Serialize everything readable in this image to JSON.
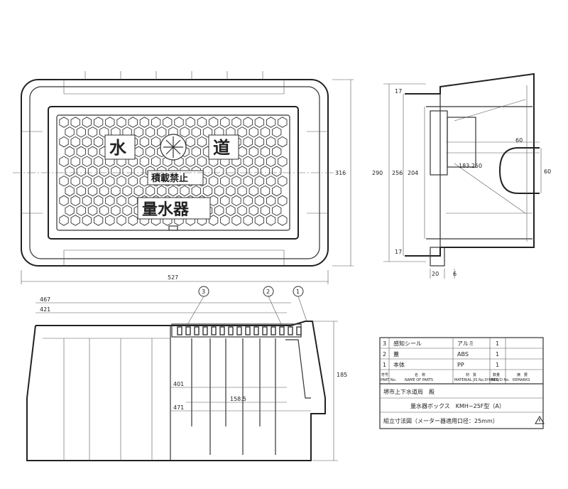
{
  "plan_view": {
    "label_top_left": "水",
    "label_top_right": "道",
    "label_middle": "積載禁止",
    "label_bottom": "量水器",
    "dim_width": "527",
    "dim_height": "316"
  },
  "side_view": {
    "dims_left": [
      "290",
      "256",
      "204"
    ],
    "dim_top": "17",
    "dim_bottom": "17",
    "dim_inner": "183.250",
    "dim_pipe_width": "60",
    "dim_pipe_height": "60",
    "dim_base_a": "20",
    "dim_base_b": "6"
  },
  "section_view": {
    "dim_outer": "467",
    "dim_inner": "421",
    "dim_height": "185",
    "dim_a": "401",
    "dim_b": "158.5",
    "dim_c": "471",
    "callouts": [
      "3",
      "2",
      "1"
    ]
  },
  "parts_table": {
    "rows": [
      {
        "no": "3",
        "name": "感知シール",
        "material": "アルミ",
        "qty": "1"
      },
      {
        "no": "2",
        "name": "蓋",
        "material": "ABS",
        "qty": "1"
      },
      {
        "no": "1",
        "name": "本体",
        "material": "PP",
        "qty": "1"
      }
    ],
    "header": {
      "no": "符号",
      "no_en": "PART No.",
      "name": "名　称",
      "name_en": "NAME OF PARTS",
      "material": "材　質",
      "material_en": "MATERIAL JIS No.SYMBOL",
      "qty": "数量",
      "qty_en": "REQ'D No.",
      "remarks": "摘　要",
      "remarks_en": "REMARKS"
    },
    "customer": "堺市上下水道局　殿",
    "product": "量水器ボックス　KMH−25F型（A）",
    "drawing_title": "組立寸法図（メーター器適用口径：25mm）"
  }
}
